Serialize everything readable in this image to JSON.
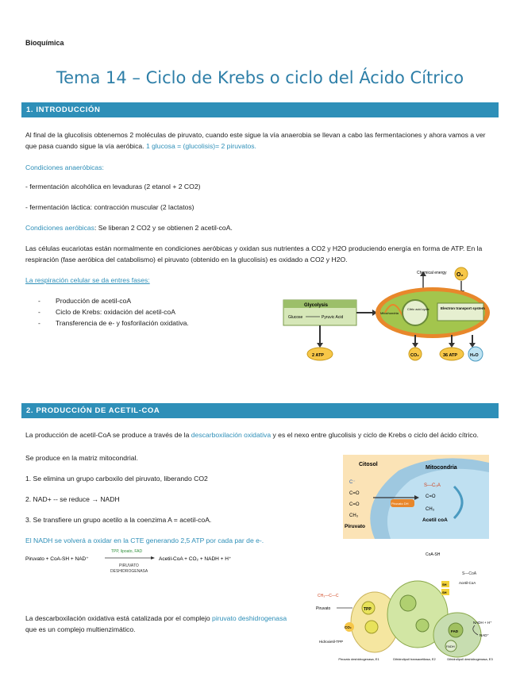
{
  "header": {
    "subject": "Bioquímica"
  },
  "title": "Tema 14 – Ciclo de Krebs o ciclo del Ácido Cítrico",
  "section1": {
    "heading": "1. INTRODUCCIÓN",
    "para1_a": "Al final de la glucolisis obtenemos 2 moléculas de piruvato, cuando este sigue la vía anaerobia se llevan a cabo las fermentaciones y ahora vamos a ver que pasa cuando sigue la vía aeróbica.",
    "para1_b": "1 glucosa = (glucolisis)= 2 piruvatos.",
    "anaerobic_heading": "Condiciones anaeróbicas:",
    "anaerobic_1": "- fermentación alcohólica en levaduras (2 etanol + 2 CO2)",
    "anaerobic_2": "- fermentación láctica: contracción muscular (2 lactatos)",
    "aerobic_label": "Condiciones aeróbicas",
    "aerobic_text": ": Se liberan 2 CO2 y se obtienen 2 acetil-coA.",
    "para2": "Las células eucariotas están normalmente en condiciones aeróbicas y oxidan sus nutrientes a CO2 y H2O produciendo energía en forma de ATP. En la respiración (fase aeróbica del catabolismo) el piruvato (obtenido en la glucolisis) es oxidado a CO2 y H2O.",
    "phases_heading": "La respiración celular se da entres fases:",
    "phases": [
      "Producción de acetil-coA",
      "Ciclo de Krebs: oxidación del acetil-coA",
      "Transferencia de e- y fosforilación oxidativa."
    ],
    "figure": {
      "chemical_energy": "Chemical energy",
      "o2": "O₂",
      "glycolysis": "Glycolysis",
      "glucose": "Glucose",
      "pyruvic_acid": "Pyruvic Acid",
      "mitochondria": "Mitochondria",
      "citric_acid_cycle": "Citric acid cycle",
      "electron_transport": "Electron transport system",
      "atp2": "2 ATP",
      "co2": "CO₂",
      "atp36": "36 ATP",
      "h2o": "H₂O"
    }
  },
  "section2": {
    "heading": "2. PRODUCCIÓN DE ACETIL-COA",
    "para1_a": "La producción de acetil-CoA se produce a través de la",
    "para1_link": "descarboxilación oxidativa",
    "para1_b": "y es el nexo entre glucolisis y ciclo de Krebs o ciclo del ácido cítrico.",
    "para1_c": "Se produce en la matriz mitocondrial.",
    "step1": "1. Se elimina un grupo carboxilo del piruvato, liberando CO2",
    "step2": "2. NAD+ -- se reduce → NADH",
    "step3": "3. Se transfiere un grupo acetilo a la coenzima A = acetil-coA.",
    "nadh_note": "El NADH se volverá a oxidar en la CTE generando 2,5 ATP por cada par de e-.",
    "reaction": {
      "left": "Piruvato + CoA-SH + NAD⁺",
      "cofactors": "TPP, lipoato, FAD",
      "enzyme_1": "PIRUVATO",
      "enzyme_2": "DESHIDROGENASA",
      "right": "Acetil-CoA + CO₂ + NADH + H⁺"
    },
    "fig_mito": {
      "citosol": "Citosol",
      "mitocondria": "Mitocondria",
      "piruvato": "Piruvato",
      "acetil": "Acetil coA",
      "enzyme": "Piruvato DH"
    },
    "para2_a": "La descarboxilación oxidativa está catalizada por el complejo",
    "para2_link": "piruvato deshidrogenasa",
    "para2_b": "que es un complejo multienzimático.",
    "fig_complex": {
      "coa_sh": "CoA-SH",
      "s_coa": "S—CoA",
      "acetil_coa": "Acetil-CoA",
      "piruvato": "Piruvato",
      "tpp": "TPP",
      "co2": "CO₂",
      "hidroxietil": "Hidroxietil-TPP",
      "e1": "Piruvato deshidrogenasa, E1",
      "e2": "Dihidrolipoil transacetilasa, E2",
      "e3": "Dihidrolipoil deshidrogenasa, E3",
      "nad": "NAD⁺",
      "nadh": "NADH + H⁺",
      "fad": "FAD",
      "fadh": "FADH"
    }
  }
}
